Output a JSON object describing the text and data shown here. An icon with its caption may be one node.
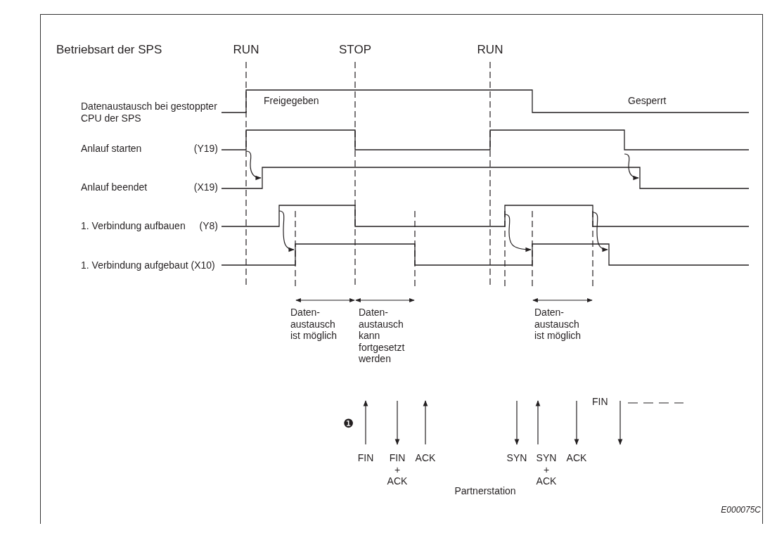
{
  "diagram": {
    "labels": [
      "Betriebsart der SPS",
      "RUN",
      "STOP",
      "RUN",
      "Datenaustausch bei gestoppter CPU der SPS",
      "Freigegeben",
      "Gesperrt",
      "Anlauf starten",
      "(Y19)",
      "Anlauf beendet",
      "(X19)",
      "1. Verbindung aufbauen",
      "(Y8)",
      "1. Verbindung aufgebaut (X10)",
      "Daten- austausch ist möglich",
      "Daten- austausch kann fortgesetzt werden",
      "Daten- austausch ist möglich",
      "FIN",
      "❶",
      "FIN",
      "FIN + ACK",
      "ACK",
      "SYN",
      "SYN + ACK",
      "ACK",
      "Partnerstation",
      "E000075C"
    ]
  }
}
